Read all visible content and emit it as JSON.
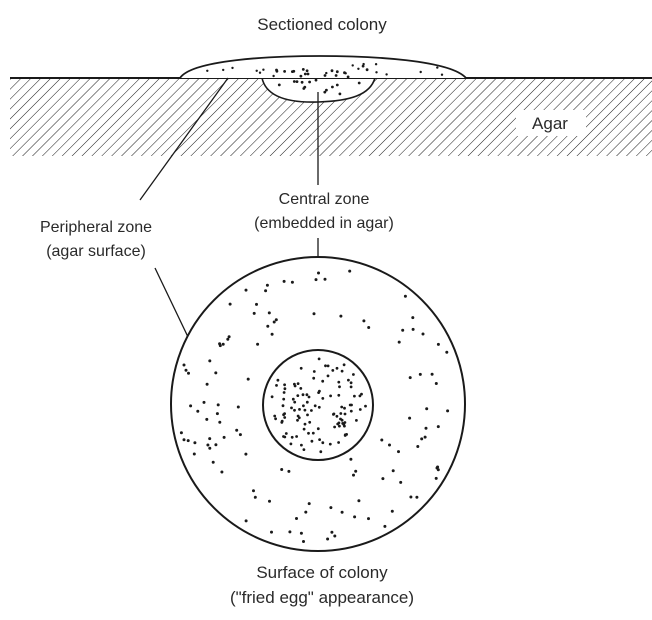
{
  "title": "Sectioned colony",
  "labels": {
    "agar": "Agar",
    "central_zone": [
      "Central zone",
      "(embedded in agar)"
    ],
    "peripheral_zone": [
      "Peripheral zone",
      "(agar surface)"
    ],
    "surface_caption": [
      "Surface of colony",
      "(\"fried egg\" appearance)"
    ]
  },
  "colors": {
    "ink": "#1a1a1a",
    "text": "#2a2a2a",
    "background": "#ffffff"
  }
}
